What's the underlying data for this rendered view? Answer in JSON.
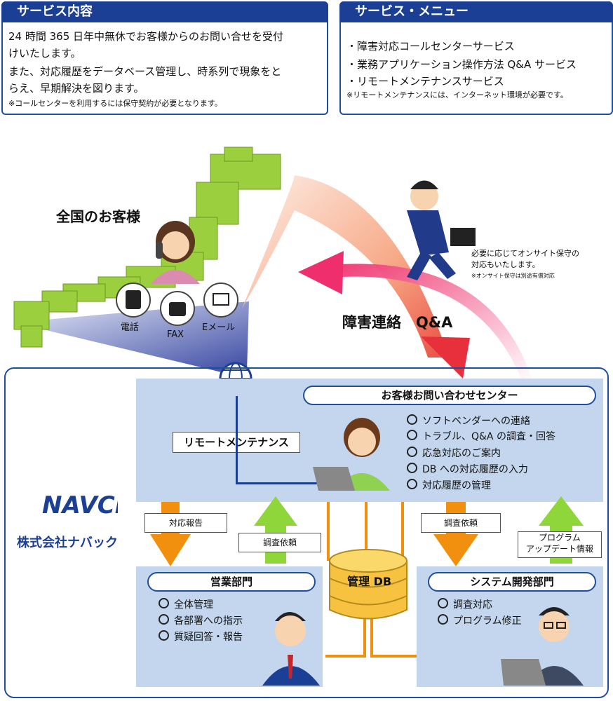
{
  "service_content": {
    "title": "サービス内容",
    "lines": [
      "24 時間 365 日年中無休でお客様からのお問い合せを受付",
      "けいたします。",
      "また、対応履歴をデータベース管理し、時系列で現象をと",
      "らえ、早期解決を図ります。"
    ],
    "note": "※コールセンターを利用するには保守契約が必要となります。"
  },
  "service_menu": {
    "title": "サービス・メニュー",
    "items": [
      "・障害対応コールセンターサービス",
      "・業務アプリケーション操作方法 Q&A サービス",
      "・リモートメンテナンスサービス"
    ],
    "note": "※リモートメンテナンスには、インターネット環境が必要です。"
  },
  "customers_label": "全国のお客様",
  "contact_methods": [
    "電話",
    "FAX",
    "Eメール"
  ],
  "arrow_label": "障害連絡　Q&A",
  "onsite": {
    "line1": "必要に応じてオンサイト保守の",
    "line2": "対応もいたします。",
    "note": "※オンサイト保守は別途有償対応"
  },
  "remote_label": "リモートメンテナンス",
  "call_center": {
    "title": "お客様お問い合わせセンター",
    "items": [
      "ソフトベンダーへの連絡",
      "トラブル、Q&A の調査・回答",
      "応急対応のご案内",
      "DB への対応履歴の入力",
      "対応履歴の管理"
    ]
  },
  "flows": {
    "report": "対応報告",
    "investigate_left": "調査依頼",
    "investigate_right": "調査依頼",
    "program_update_1": "プログラム",
    "program_update_2": "アップデート情報"
  },
  "db_label": "管理 DB",
  "company": {
    "logo": "NAVCII",
    "name": "株式会社ナバック"
  },
  "sales": {
    "title": "営業部門",
    "items": [
      "全体管理",
      "各部署への指示",
      "質疑回答・報告"
    ]
  },
  "sysdev": {
    "title": "システム開発部門",
    "items": [
      "調査対応",
      "プログラム修正"
    ]
  },
  "colors": {
    "navy": "#1c3f96",
    "light_blue": "#bfd4ee",
    "orange": "#f0900e",
    "green": "#8ed63a",
    "red": "#e8303c"
  }
}
